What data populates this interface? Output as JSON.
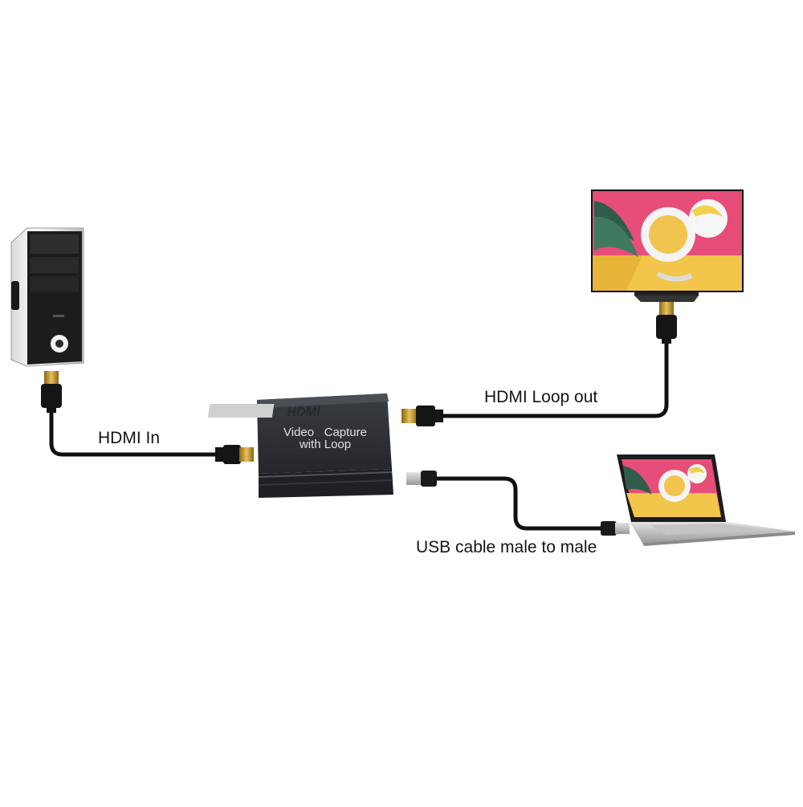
{
  "labels": {
    "hdmi_in": "HDMI In",
    "hdmi_loop_out": "HDMI Loop out",
    "usb_cable": "USB cable male to male"
  },
  "device": {
    "logo": "HDMI",
    "line1": "Video   Capture",
    "line2": "with Loop"
  },
  "colors": {
    "cable": "#111111",
    "device_body": "#2e3136",
    "connector_gold": "#c99a2e",
    "screen_pink": "#e64d79",
    "screen_yellow": "#f2c64b"
  }
}
